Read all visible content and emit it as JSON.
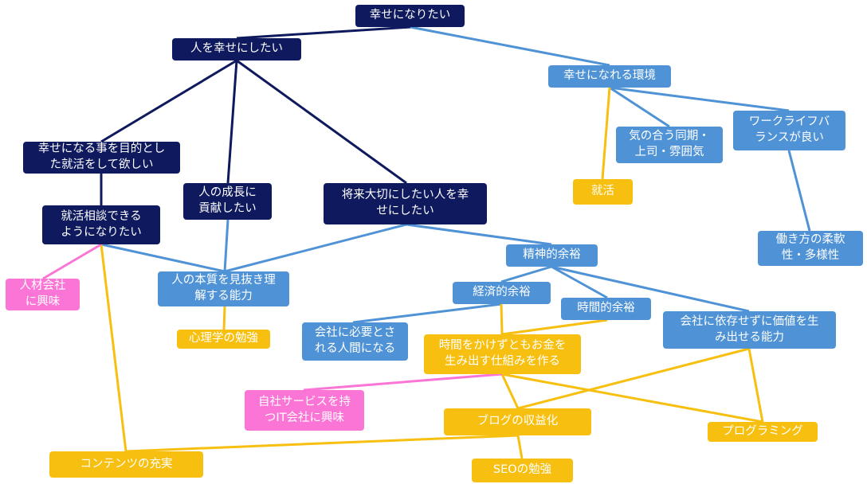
{
  "colors": {
    "navy": "#0f1a5e",
    "blue": "#4f93d6",
    "yellow": "#f7bf0f",
    "pink": "#fb75d6"
  },
  "nodes": {
    "root": "幸せになりたい",
    "make_happy": "人を幸せにしたい",
    "happy_env": "幸せになれる環境",
    "job_hunt_goal": "幸せになる事を目的とし\nた就活をして欲しい",
    "growth": "人の成長に\n貢献したい",
    "future_people": "将来大切にしたい人を幸\nせにしたい",
    "compatible_colleagues": "気の合う同期・\n上司・雰囲気",
    "work_life": "ワークライフバ\nランスが良い",
    "job_hunting": "就活",
    "career_consult": "就活相談できる\nようになりたい",
    "flexible_work": "働き方の柔軟\n性・多様性",
    "hr_company": "人材会社\nに興味",
    "see_essence": "人の本質を見抜き理\n解する能力",
    "mental_margin": "精神的余裕",
    "economic_margin": "経済的余裕",
    "time_margin": "時間的余裕",
    "psychology": "心理学の勉強",
    "needed_person": "会社に必要とさ\nれる人間になる",
    "money_system": "時間をかけずともお金を\n生み出す仕組みを作る",
    "independent_value": "会社に依存せずに価値を生\nみ出せる能力",
    "own_service_it": "自社サービスを持\nつIT会社に興味",
    "blog_monetize": "ブログの収益化",
    "programming": "プログラミング",
    "content": "コンテンツの充実",
    "seo": "SEOの勉強"
  }
}
